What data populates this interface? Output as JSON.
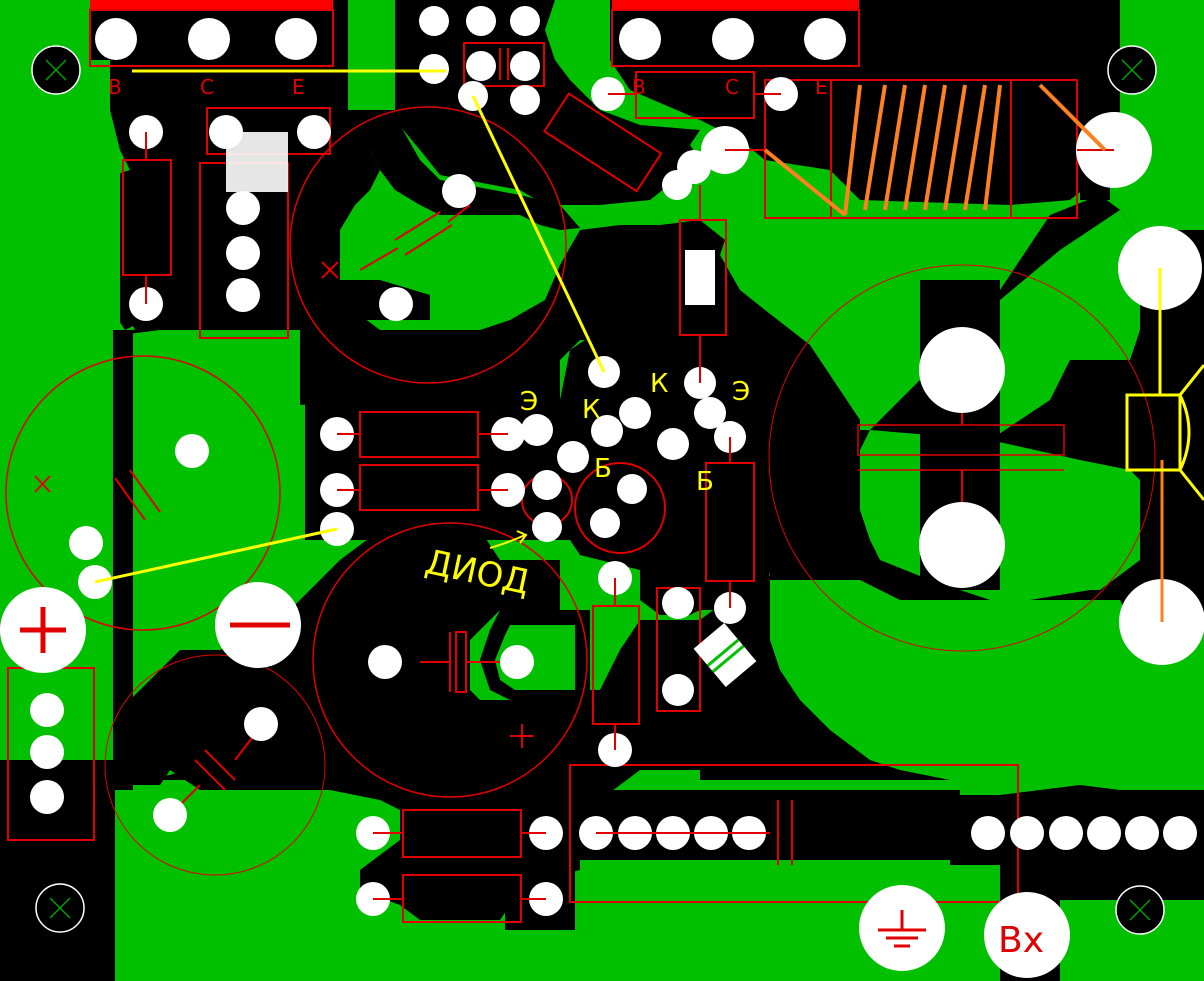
{
  "labels": {
    "q1_b": "В",
    "q1_c": "С",
    "q1_e": "Е",
    "q2_b": "В",
    "q2_c": "С",
    "q2_e": "Е",
    "e1": "Э",
    "k1": "К",
    "k2": "К",
    "e2": "Э",
    "b1": "Б",
    "b2": "Б",
    "diode": "ДИОД",
    "plus_cap": "+",
    "input": "Вх"
  },
  "colors": {
    "board": "#000000",
    "copper": "#00c000",
    "pad": "#ffffff",
    "silk": "#e00000",
    "jumper": "#ffff00",
    "coil": "#ff8020",
    "header_bar": "#ff0000"
  }
}
